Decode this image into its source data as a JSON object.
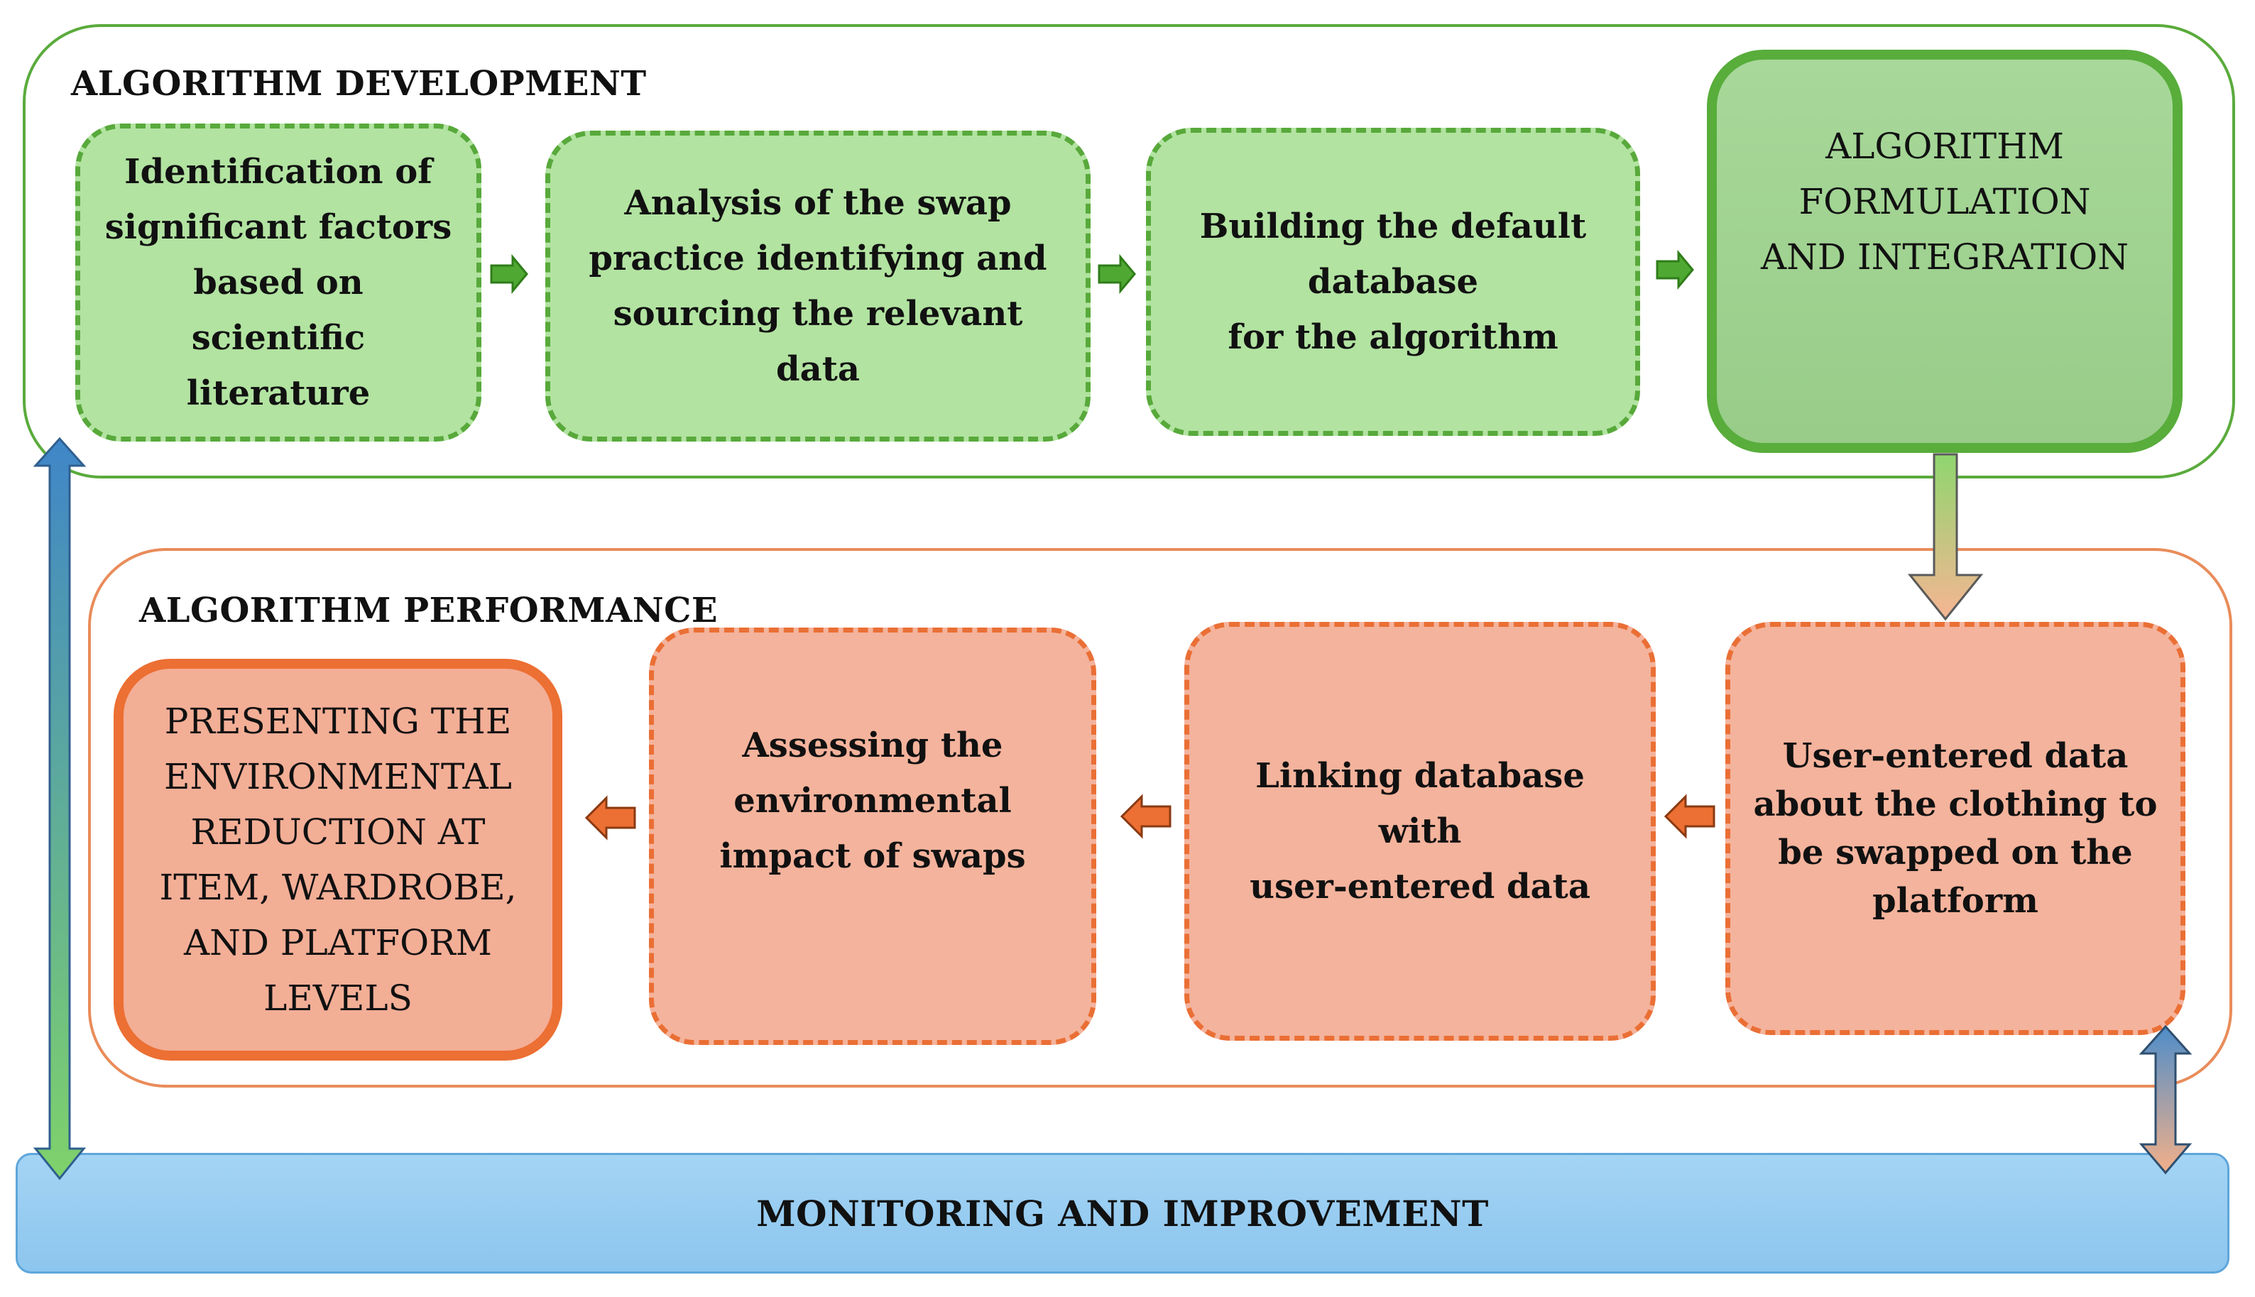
{
  "sections": {
    "development_title": "ALGORITHM DEVELOPMENT",
    "performance_title": "ALGORITHM PERFORMANCE"
  },
  "development_steps": [
    {
      "lines": [
        "Identification of",
        "significant factors",
        "based on scientific",
        "literature"
      ]
    },
    {
      "lines": [
        "Analysis of the swap",
        "practice identifying and",
        "sourcing the relevant data"
      ]
    },
    {
      "lines": [
        "Building the default",
        "database",
        "for the algorithm"
      ]
    },
    {
      "lines": [
        "ALGORITHM",
        "FORMULATION",
        "AND INTEGRATION"
      ]
    }
  ],
  "performance_steps": [
    {
      "lines": [
        "User-entered data",
        "about the clothing to",
        "be swapped on the",
        "platform"
      ]
    },
    {
      "lines": [
        "Linking database with",
        "user-entered data"
      ]
    },
    {
      "lines": [
        "Assessing the",
        "environmental",
        "impact of swaps"
      ]
    },
    {
      "lines": [
        "PRESENTING THE",
        "ENVIRONMENTAL",
        "REDUCTION  AT",
        "ITEM, WARDROBE,",
        "AND PLATFORM",
        "LEVELS"
      ]
    }
  ],
  "monitoring": {
    "label": "MONITORING AND IMPROVEMENT"
  },
  "colors": {
    "green_border": "#58a93b",
    "green_fill": "#b2e3a1",
    "orange_border": "#ea6f35",
    "orange_fill": "#f4b39c",
    "blue_fill": "#9fd0f3"
  }
}
